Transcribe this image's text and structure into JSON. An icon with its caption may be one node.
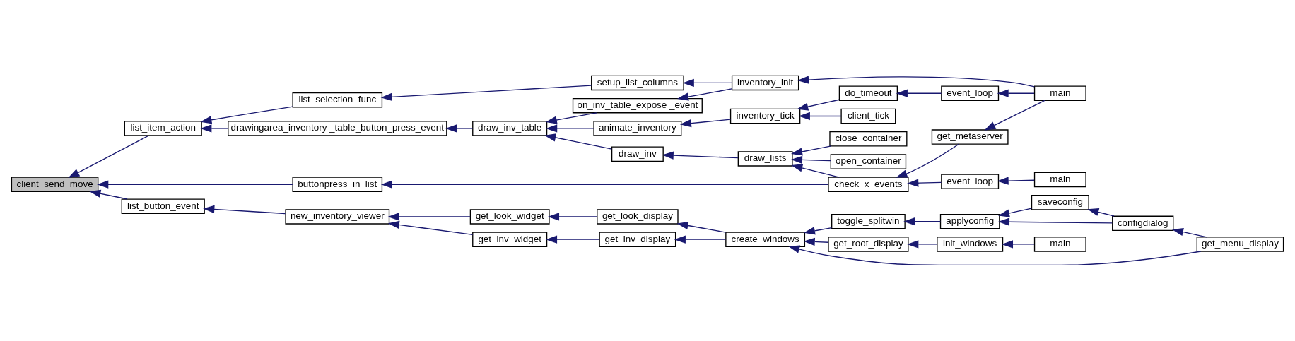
{
  "diagram": {
    "nodes": [
      {
        "text": [
          "client_send_move"
        ]
      },
      {
        "text": [
          "list_item_action"
        ]
      },
      {
        "text": [
          "buttonpress_in_list"
        ]
      },
      {
        "text": [
          "list_button_event"
        ]
      },
      {
        "text": [
          "list_selection_func"
        ]
      },
      {
        "text": [
          "drawingarea_inventory _table_button_press_event"
        ]
      },
      {
        "text": [
          "new_inventory_viewer"
        ]
      },
      {
        "text": [
          "setup_list_columns"
        ]
      },
      {
        "text": [
          "draw_inv_table"
        ]
      },
      {
        "text": [
          "get_look_widget"
        ]
      },
      {
        "text": [
          "get_inv_widget"
        ]
      },
      {
        "text": [
          "animate_inventory"
        ]
      },
      {
        "text": [
          "on_inv_table_expose _event"
        ]
      },
      {
        "text": [
          "draw_inv"
        ]
      },
      {
        "text": [
          "get_look_display"
        ]
      },
      {
        "text": [
          "get_inv_display"
        ]
      },
      {
        "text": [
          "inventory_tick"
        ]
      },
      {
        "text": [
          "inventory_init"
        ]
      },
      {
        "text": [
          "draw_lists"
        ]
      },
      {
        "text": [
          "create_windows"
        ]
      },
      {
        "text": [
          "do_timeout"
        ]
      },
      {
        "text": [
          "client_tick"
        ]
      },
      {
        "text": [
          "close_container"
        ]
      },
      {
        "text": [
          "open_container"
        ]
      },
      {
        "text": [
          "check_x_events"
        ]
      },
      {
        "text": [
          "toggle_splitwin"
        ]
      },
      {
        "text": [
          "get_root_display"
        ]
      },
      {
        "text": [
          "event_loop"
        ]
      },
      {
        "text": [
          "get_metaserver"
        ]
      },
      {
        "text": [
          "event_loop"
        ]
      },
      {
        "text": [
          "applyconfig"
        ]
      },
      {
        "text": [
          "init_windows"
        ]
      },
      {
        "text": [
          "main"
        ]
      },
      {
        "text": [
          "main"
        ]
      },
      {
        "text": [
          "saveconfig"
        ]
      },
      {
        "text": [
          "main"
        ]
      },
      {
        "text": [
          "configdialog"
        ]
      },
      {
        "text": [
          "get_menu_display"
        ]
      }
    ],
    "edges": [
      {
        "from": 1,
        "to": 0,
        "arrow": "to"
      },
      {
        "from": 2,
        "to": 0,
        "arrow": "to"
      },
      {
        "from": 3,
        "to": 0,
        "arrow": "to"
      },
      {
        "from": 4,
        "to": 1,
        "arrow": "to"
      },
      {
        "from": 5,
        "to": 1,
        "arrow": "to"
      },
      {
        "from": 24,
        "to": 2,
        "arrow": "to"
      },
      {
        "from": 6,
        "to": 3,
        "arrow": "to"
      },
      {
        "from": 7,
        "to": 4,
        "arrow": "to"
      },
      {
        "from": 8,
        "to": 5,
        "arrow": "to"
      },
      {
        "from": 9,
        "to": 6,
        "arrow": "to"
      },
      {
        "from": 10,
        "to": 6,
        "arrow": "to"
      },
      {
        "from": 17,
        "to": 7,
        "arrow": "to"
      },
      {
        "from": 11,
        "to": 8,
        "arrow": "to"
      },
      {
        "from": 12,
        "to": 8,
        "arrow": "to"
      },
      {
        "from": 13,
        "to": 8,
        "arrow": "to"
      },
      {
        "from": 14,
        "to": 9,
        "arrow": "to"
      },
      {
        "from": 15,
        "to": 10,
        "arrow": "to"
      },
      {
        "from": 16,
        "to": 11,
        "arrow": "to"
      },
      {
        "from": 17,
        "to": 12,
        "arrow": "to"
      },
      {
        "from": 18,
        "to": 13,
        "arrow": "to"
      },
      {
        "from": 19,
        "to": 14,
        "arrow": "to"
      },
      {
        "from": 19,
        "to": 15,
        "arrow": "to"
      },
      {
        "from": 20,
        "to": 16,
        "arrow": "to"
      },
      {
        "from": 21,
        "to": 16,
        "arrow": "to"
      },
      {
        "from": 32,
        "to": 17,
        "arrow": "to"
      },
      {
        "from": 22,
        "to": 18,
        "arrow": "to"
      },
      {
        "from": 23,
        "to": 18,
        "arrow": "to"
      },
      {
        "from": 24,
        "to": 18,
        "arrow": "to"
      },
      {
        "from": 25,
        "to": 19,
        "arrow": "to"
      },
      {
        "from": 26,
        "to": 19,
        "arrow": "to"
      },
      {
        "from": 37,
        "to": 19,
        "arrow": "to"
      },
      {
        "from": 27,
        "to": 20,
        "arrow": "to"
      },
      {
        "from": 28,
        "to": 24,
        "arrow": "to"
      },
      {
        "from": 29,
        "to": 24,
        "arrow": "to"
      },
      {
        "from": 30,
        "to": 25,
        "arrow": "to"
      },
      {
        "from": 31,
        "to": 26,
        "arrow": "to"
      },
      {
        "from": 32,
        "to": 27,
        "arrow": "to"
      },
      {
        "from": 32,
        "to": 28,
        "arrow": "to"
      },
      {
        "from": 33,
        "to": 29,
        "arrow": "to"
      },
      {
        "from": 36,
        "to": 30,
        "arrow": "to"
      },
      {
        "from": 34,
        "to": 30,
        "arrow": "to"
      },
      {
        "from": 35,
        "to": 31,
        "arrow": "to"
      },
      {
        "from": 36,
        "to": 34,
        "arrow": "to"
      },
      {
        "from": 37,
        "to": 36,
        "arrow": "to"
      }
    ]
  }
}
